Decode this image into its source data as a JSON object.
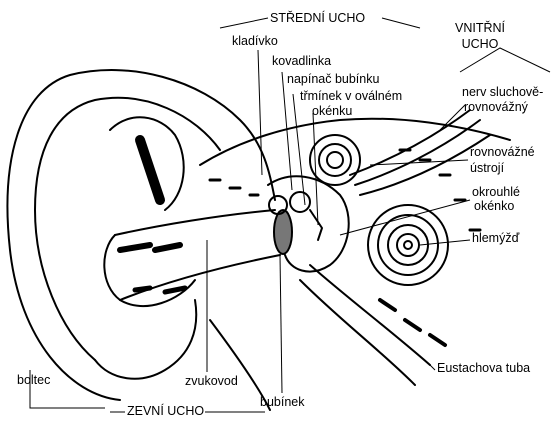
{
  "diagram": {
    "labels": {
      "stredni_ucho": "STŘEDNÍ UCHO",
      "vnitrni_ucho_line1": "VNITŘNÍ",
      "vnitrni_ucho_line2": "UCHO",
      "kladivko": "kladívko",
      "kovadlinka": "kovadlinka",
      "napinac_bubinku": "napínač bubínku",
      "trminek_line1": "třmínek v oválném",
      "trminek_line2": "okénku",
      "nerv_line1": "nerv sluchově-",
      "nerv_line2": "rovnovážný",
      "rovnovazne_line1": "rovnovážné",
      "rovnovazne_line2": "ústrojí",
      "okrouhle_line1": "okrouhlé",
      "okrouhle_line2": "okénko",
      "hlemyzd": "hlemýžď",
      "eustachova_tuba": "Eustachova tuba",
      "boltec": "boltec",
      "zvukovod": "zvukovod",
      "bubinek": "bubínek",
      "zevni_ucho": "ZEVNÍ UCHO"
    }
  }
}
